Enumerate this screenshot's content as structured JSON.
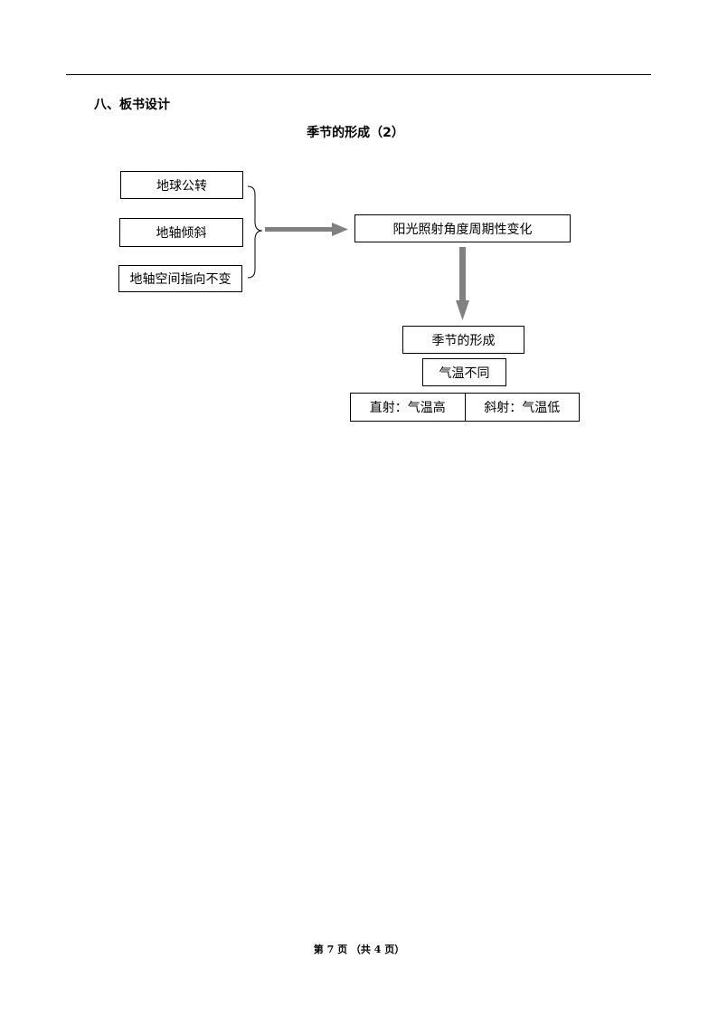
{
  "section": {
    "heading": "八、板书设计"
  },
  "diagram": {
    "title": "季节的形成（2）",
    "causes": [
      "地球公转",
      "地轴倾斜",
      "地轴空间指向不变"
    ],
    "result": "阳光照射角度周期性变化",
    "outcome": "季节的形成",
    "effect": "气温不同",
    "comparison": [
      "直射：气温高",
      "斜射：气温低"
    ],
    "arrow_color": "#808080"
  },
  "footer": {
    "page_label": "第 7 页 （共 4 页）"
  }
}
